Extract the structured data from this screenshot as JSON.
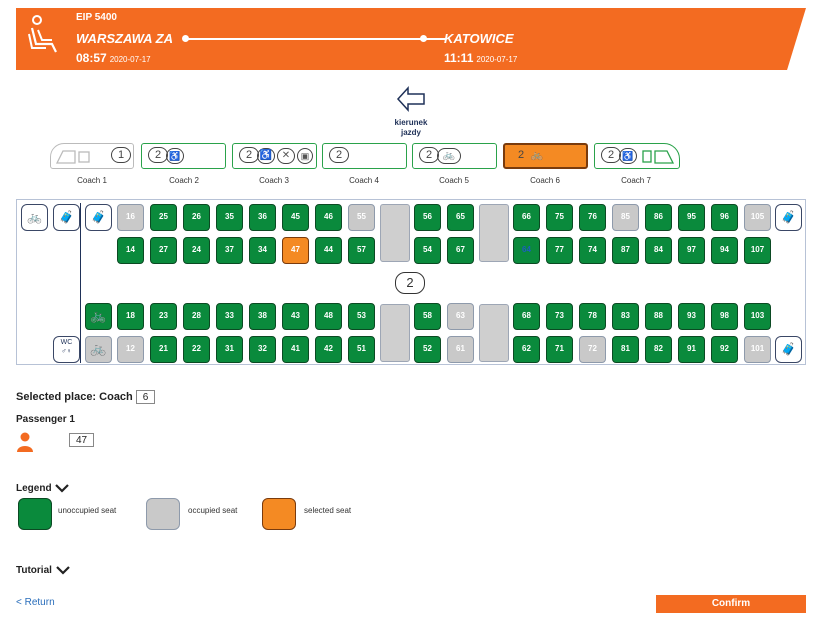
{
  "header": {
    "train_number": "EIP 5400",
    "from": {
      "station": "WARSZAWA ZA",
      "time": "08:57",
      "date": "2020-07-17"
    },
    "to": {
      "station": "KATOWICE",
      "time": "11:11",
      "date": "2020-07-17"
    },
    "accent_color": "#f36b21"
  },
  "direction": {
    "label_line1": "kierunek",
    "label_line2": "jazdy"
  },
  "coaches": [
    {
      "label": "Coach 1",
      "class": "1",
      "icons": [],
      "selected": false
    },
    {
      "label": "Coach 2",
      "class": "2",
      "icons": [
        "child-icon"
      ],
      "selected": false
    },
    {
      "label": "Coach 3",
      "class": "2",
      "icons": [
        "wheelchair-icon",
        "restaurant-icon",
        "info-icon"
      ],
      "selected": false
    },
    {
      "label": "Coach 4",
      "class": "2",
      "icons": [],
      "selected": false
    },
    {
      "label": "Coach 5",
      "class": "2",
      "icons": [
        "bicycle-icon"
      ],
      "selected": false
    },
    {
      "label": "Coach 6",
      "class": "2",
      "icons": [
        "bicycle-icon"
      ],
      "selected": true
    },
    {
      "label": "Coach 7",
      "class": "2",
      "icons": [
        "child-icon"
      ],
      "selected": false
    }
  ],
  "seatmap": {
    "class_badge": "2",
    "left_facilities": {
      "top_bike": "bicycle-icon",
      "top_luggage": "luggage-icon",
      "wc_label": "WC"
    },
    "row1": [
      {
        "n": "16",
        "s": "occ"
      },
      {
        "n": "25"
      },
      {
        "n": "26"
      },
      {
        "n": "35"
      },
      {
        "n": "36"
      },
      {
        "n": "45"
      },
      {
        "n": "46"
      },
      {
        "n": "55",
        "s": "occ"
      },
      {
        "n": "56"
      },
      {
        "n": "65"
      },
      {
        "n": "66"
      },
      {
        "n": "75"
      },
      {
        "n": "76"
      },
      {
        "n": "85",
        "s": "occ"
      },
      {
        "n": "86"
      },
      {
        "n": "95"
      },
      {
        "n": "96"
      },
      {
        "n": "105",
        "s": "occ"
      }
    ],
    "row2": [
      {
        "n": "14"
      },
      {
        "n": "27"
      },
      {
        "n": "24"
      },
      {
        "n": "37"
      },
      {
        "n": "34"
      },
      {
        "n": "47",
        "s": "sel"
      },
      {
        "n": "44"
      },
      {
        "n": "57"
      },
      {
        "n": "54"
      },
      {
        "n": "67"
      },
      {
        "n": "64",
        "s": "mark"
      },
      {
        "n": "77"
      },
      {
        "n": "74"
      },
      {
        "n": "87"
      },
      {
        "n": "84"
      },
      {
        "n": "97"
      },
      {
        "n": "94"
      },
      {
        "n": "107"
      }
    ],
    "row3": [
      {
        "n": "18"
      },
      {
        "n": "23"
      },
      {
        "n": "28"
      },
      {
        "n": "33"
      },
      {
        "n": "38"
      },
      {
        "n": "43"
      },
      {
        "n": "48"
      },
      {
        "n": "53"
      },
      {
        "n": "58"
      },
      {
        "n": "63",
        "s": "occ"
      },
      {
        "n": "68"
      },
      {
        "n": "73"
      },
      {
        "n": "78"
      },
      {
        "n": "83"
      },
      {
        "n": "88"
      },
      {
        "n": "93"
      },
      {
        "n": "98"
      },
      {
        "n": "103"
      }
    ],
    "row4": [
      {
        "n": "12",
        "s": "occ"
      },
      {
        "n": "21"
      },
      {
        "n": "22"
      },
      {
        "n": "31"
      },
      {
        "n": "32"
      },
      {
        "n": "41"
      },
      {
        "n": "42"
      },
      {
        "n": "51"
      },
      {
        "n": "52"
      },
      {
        "n": "61",
        "s": "occ"
      },
      {
        "n": "62"
      },
      {
        "n": "71"
      },
      {
        "n": "72",
        "s": "occ"
      },
      {
        "n": "81"
      },
      {
        "n": "82"
      },
      {
        "n": "91"
      },
      {
        "n": "92"
      },
      {
        "n": "101",
        "s": "occ"
      }
    ]
  },
  "selection": {
    "label": "Selected place: Coach",
    "coach": "6",
    "passenger_label": "Passenger 1",
    "seat": "47"
  },
  "legend": {
    "title": "Legend",
    "items": [
      {
        "label": "unoccupied seat",
        "color": "#0a8a3c"
      },
      {
        "label": "occupied seat",
        "color": "#c9c9c9"
      },
      {
        "label": "selected seat",
        "color": "#f48a23"
      }
    ]
  },
  "tutorial": {
    "title": "Tutorial"
  },
  "actions": {
    "return_label": "< Return",
    "confirm_label": "Confirm"
  }
}
